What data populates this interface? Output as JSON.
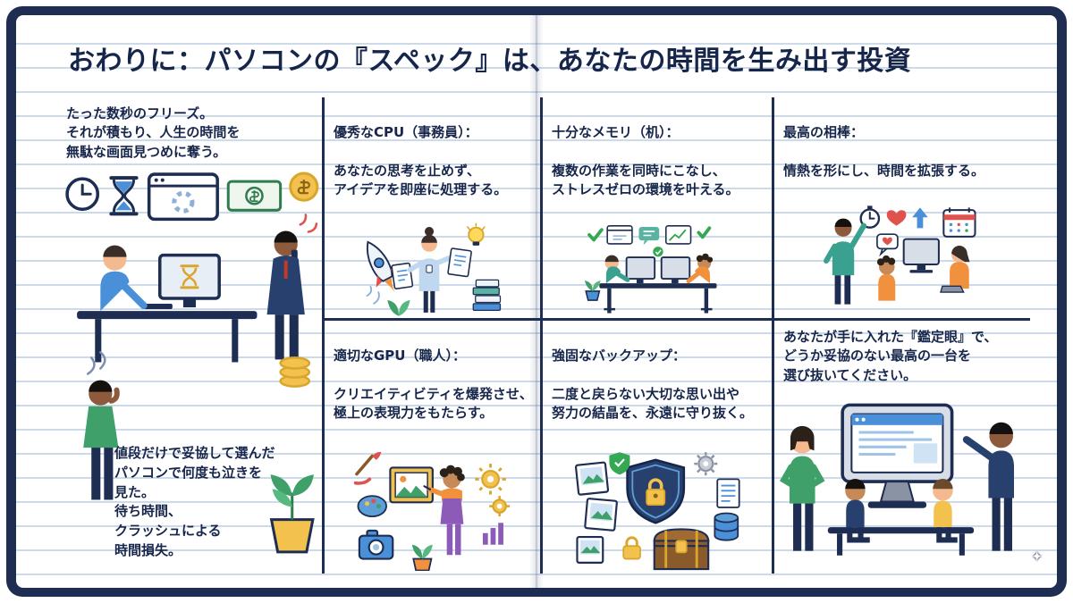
{
  "title": "おわりに：パソコンの『スペック』は、あなたの時間を生み出す投資",
  "panels": {
    "time_loss": {
      "intro": "たった数秒のフリーズ。\nそれが積もり、人生の時間を\n無駄な画面見つめに奪う。",
      "regret": "値段だけで妥協して選んだ\nパソコンで何度も泣きを\n見た。\n待ち時間、\nクラッシュによる\n時間損失。",
      "icons": [
        "wall-clock",
        "hourglass",
        "loading-window",
        "banknote",
        "coin",
        "frozen-monitor",
        "phone-call-man",
        "sad-person",
        "coins-stack",
        "plant"
      ]
    },
    "cpu": {
      "heading": "優秀なCPU（事務員）：",
      "body": "あなたの思考を止めず、\nアイデアを即座に処理する。",
      "icons": [
        "rocket",
        "office-worker",
        "documents",
        "lightbulb",
        "paper-stack",
        "leaf-plant"
      ]
    },
    "gpu": {
      "heading": "適切なGPU（職人）：",
      "body": "クリエイティビティを爆発させ、\n極上の表現力をもたらす。",
      "icons": [
        "paintbrush",
        "palette",
        "picture-frame",
        "artist",
        "gears",
        "bar-chart",
        "camera",
        "small-plant"
      ]
    },
    "memory": {
      "heading": "十分なメモリ（机）：",
      "body": "複数の作業を同時にこなし、\nストレスゼロの環境を叶える。",
      "icons": [
        "checkmark",
        "browser-window",
        "speech-bubble",
        "chart-window",
        "dual-monitors",
        "two-workers",
        "desk-plant"
      ]
    },
    "backup": {
      "heading": "強固なバックアップ：",
      "body": "二度と戻らない大切な思い出や\n努力の結晶を、永遠に守り抜く。",
      "icons": [
        "photos",
        "check-shield",
        "shield-lock",
        "gear",
        "document",
        "database",
        "treasure-chest",
        "padlock"
      ]
    },
    "partner": {
      "heading": "最高の相棒：",
      "body": "情熱を形にし、時間を拡張する。",
      "icons": [
        "stopwatch",
        "heart",
        "up-arrow",
        "calendar",
        "monitor",
        "speech-bubble-heart",
        "man-with-stopwatch",
        "woman-at-monitor",
        "woman-at-laptop"
      ]
    },
    "closing": {
      "body": "あなたが手に入れた『鑑定眼』で、\nどうか妥協のない最高の一台を\n選び抜いてください。",
      "icons": [
        "large-monitor",
        "standing-woman",
        "standing-man",
        "sitting-boy",
        "sitting-girl",
        "bench"
      ]
    }
  },
  "palette": {
    "cover_navy": "#1e2d52",
    "ink_navy": "#17264b",
    "ruled_line": "#ccdaea",
    "accent_blue": "#4a90d9",
    "accent_gold": "#f2c14e",
    "accent_green": "#34a853",
    "accent_teal": "#3aa08f",
    "accent_orange": "#f2913d",
    "accent_red": "#e0524e",
    "accent_purple": "#8c5bb8"
  },
  "sparkle": "✦"
}
